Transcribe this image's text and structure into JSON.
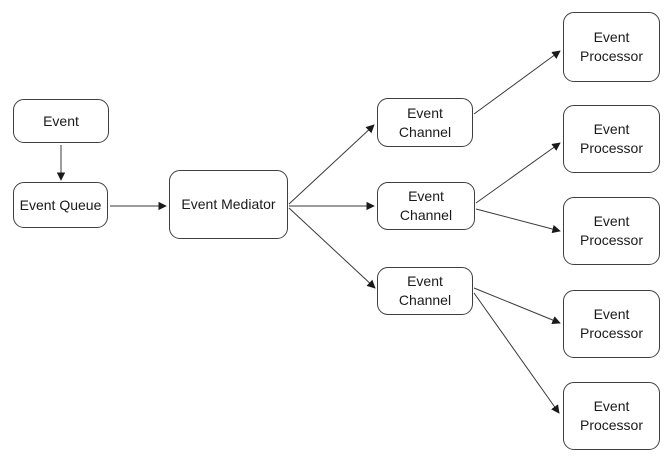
{
  "diagram": {
    "type": "flowchart",
    "nodes": {
      "event": {
        "label": "Event"
      },
      "event_queue": {
        "label": "Event Queue"
      },
      "event_mediator": {
        "label": "Event Mediator"
      },
      "event_channel_1": {
        "label": "Event Channel"
      },
      "event_channel_2": {
        "label": "Event Channel"
      },
      "event_channel_3": {
        "label": "Event Channel"
      },
      "event_processor_1": {
        "label": "Event Processor"
      },
      "event_processor_2": {
        "label": "Event Processor"
      },
      "event_processor_3": {
        "label": "Event Processor"
      },
      "event_processor_4": {
        "label": "Event Processor"
      },
      "event_processor_5": {
        "label": "Event Processor"
      }
    },
    "edges": [
      {
        "from": "event",
        "to": "event_queue"
      },
      {
        "from": "event_queue",
        "to": "event_mediator"
      },
      {
        "from": "event_mediator",
        "to": "event_channel_1"
      },
      {
        "from": "event_mediator",
        "to": "event_channel_2"
      },
      {
        "from": "event_mediator",
        "to": "event_channel_3"
      },
      {
        "from": "event_channel_1",
        "to": "event_processor_1"
      },
      {
        "from": "event_channel_2",
        "to": "event_processor_2"
      },
      {
        "from": "event_channel_2",
        "to": "event_processor_3"
      },
      {
        "from": "event_channel_3",
        "to": "event_processor_4"
      },
      {
        "from": "event_channel_3",
        "to": "event_processor_5"
      }
    ],
    "colors": {
      "background": "#ffffff",
      "node_border": "#3f3f3f",
      "edge": "#3a3a3a",
      "text": "#1a1a1a"
    }
  }
}
